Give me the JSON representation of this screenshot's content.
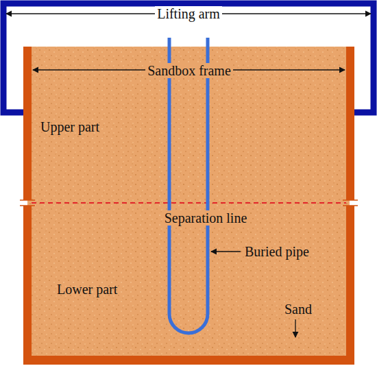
{
  "diagram": {
    "labels": [
      "Lifting arm",
      "Sandbox frame",
      "Upper part",
      "Separation line",
      "Buried pipe",
      "Lower part",
      "Sand"
    ]
  }
}
